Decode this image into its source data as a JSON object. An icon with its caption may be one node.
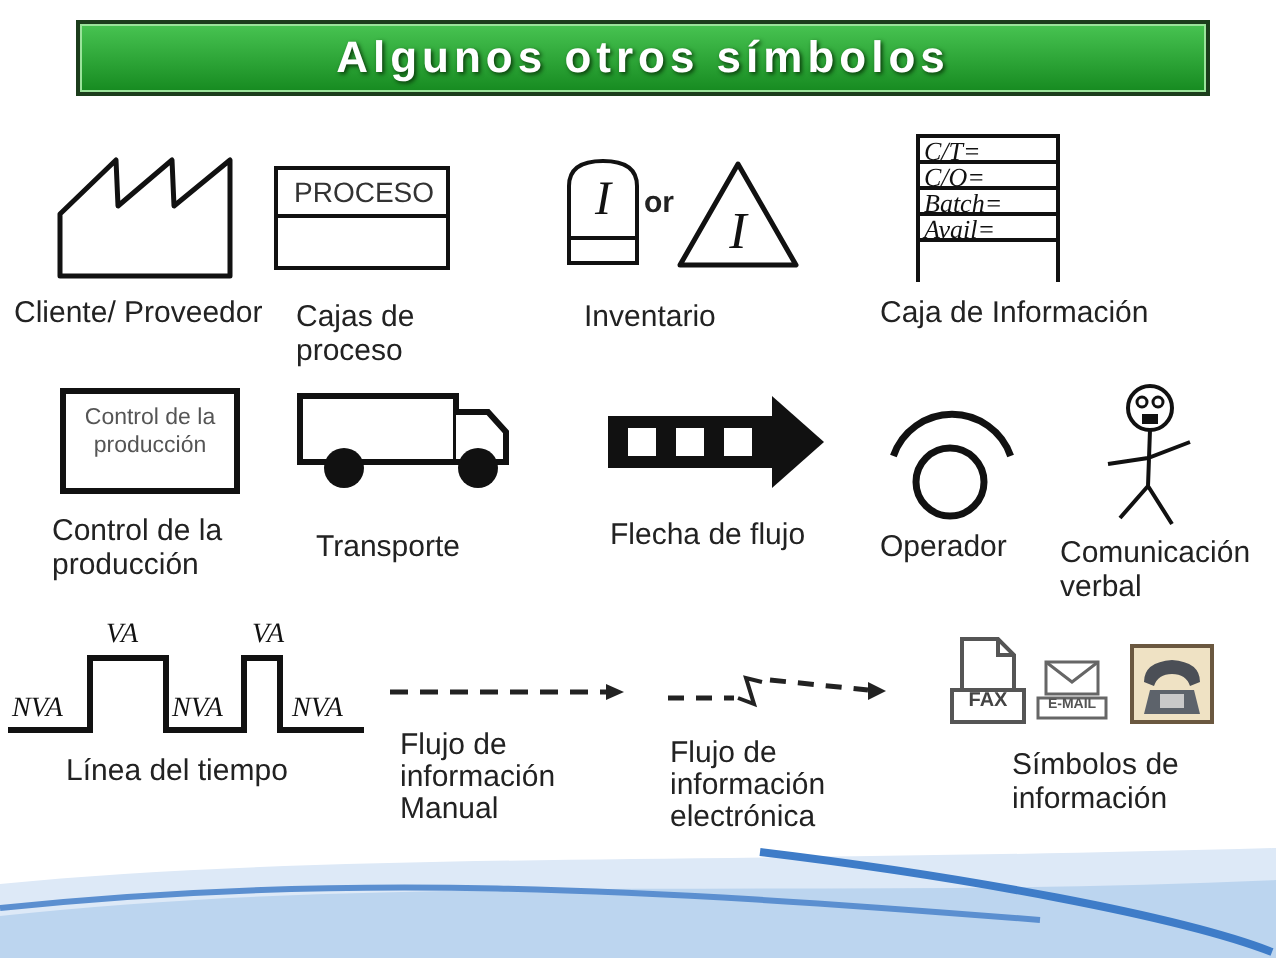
{
  "diagram": {
    "title": "Algunos otros símbolos",
    "nodes": [
      {
        "text": [
          "PROCESO"
        ],
        "beside": [
          "Cajas de proceso"
        ]
      },
      {
        "text": [
          "I"
        ]
      },
      {
        "text": [
          "I"
        ]
      },
      {
        "text": [
          "C/T=",
          "C/O=",
          "Batch=",
          "Avail="
        ],
        "beside": [
          "Caja de Información"
        ]
      },
      {
        "text": [
          "Control de la producción"
        ],
        "beside": [
          "Control de la producción"
        ]
      },
      {
        "text": [
          "FAX"
        ]
      },
      {
        "text": [
          "E-MAIL"
        ]
      },
      {
        "text": [],
        "shape": "picture"
      }
    ],
    "labels": [
      "Cliente/ Proveedor",
      "or",
      "Inventario",
      "Transporte",
      "Flecha de flujo",
      "Operador",
      "Comunicación verbal",
      "VA",
      "VA",
      "NVA",
      "NVA",
      "NVA",
      "Línea del tiempo",
      "Flujo de información Manual",
      "Flujo de información electrónica",
      "Símbolos de información"
    ]
  }
}
